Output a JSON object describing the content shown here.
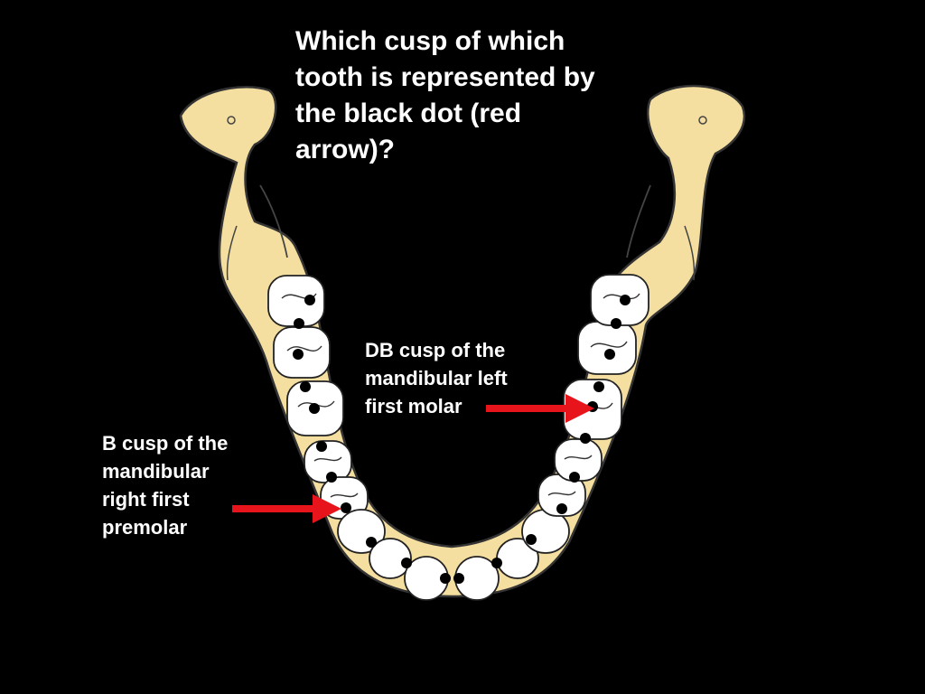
{
  "question": {
    "lines": [
      "Which cusp of which",
      "tooth is represented by",
      "the black dot (red",
      "arrow)?"
    ]
  },
  "labels": {
    "left": {
      "lines": [
        "B cusp of the",
        "mandibular",
        "right first",
        "premolar"
      ]
    },
    "right": {
      "lines": [
        "DB cusp of the",
        "mandibular left",
        "first molar"
      ]
    }
  },
  "colors": {
    "background": "#000000",
    "bone": "#F5DFA0",
    "tooth": "#FFFFFF",
    "arrow": "#E8141B",
    "dot": "#000000",
    "text": "#FFFFFF"
  }
}
